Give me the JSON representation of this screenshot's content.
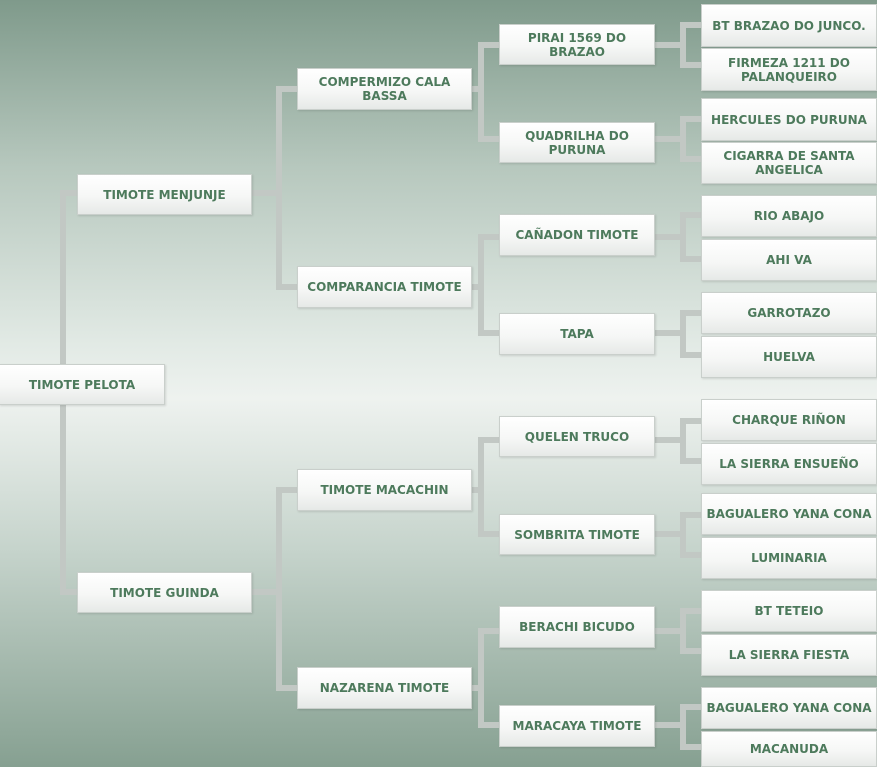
{
  "pedigree": {
    "subject": "TIMOTE PELOTA",
    "sire": "TIMOTE MENJUNJE",
    "dam": "TIMOTE GUINDA",
    "sire_sire": "COMPERMIZO CALA BASSA",
    "sire_dam": "COMPARANCIA TIMOTE",
    "dam_sire": "TIMOTE MACACHIN",
    "dam_dam": "NAZARENA TIMOTE",
    "g3": [
      "PIRAI 1569 DO BRAZAO",
      "QUADRILHA DO PURUNA",
      "CAÑADON TIMOTE",
      "TAPA",
      "QUELEN TRUCO",
      "SOMBRITA TIMOTE",
      "BERACHI BICUDO",
      "MARACAYA TIMOTE"
    ],
    "g4": [
      "BT BRAZAO DO JUNCO.",
      "FIRMEZA 1211 DO PALANQUEIRO",
      "HERCULES DO PURUNA",
      "CIGARRA DE SANTA ANGELICA",
      "RIO ABAJO",
      "AHI VA",
      "GARROTAZO",
      "HUELVA",
      "CHARQUE RIÑON",
      "LA SIERRA ENSUEÑO",
      "BAGUALERO YANA CONA",
      "LUMINARIA",
      "BT TETEIO",
      "LA SIERRA FIESTA",
      "BAGUALERO YANA CONA",
      "MACANUDA"
    ]
  }
}
